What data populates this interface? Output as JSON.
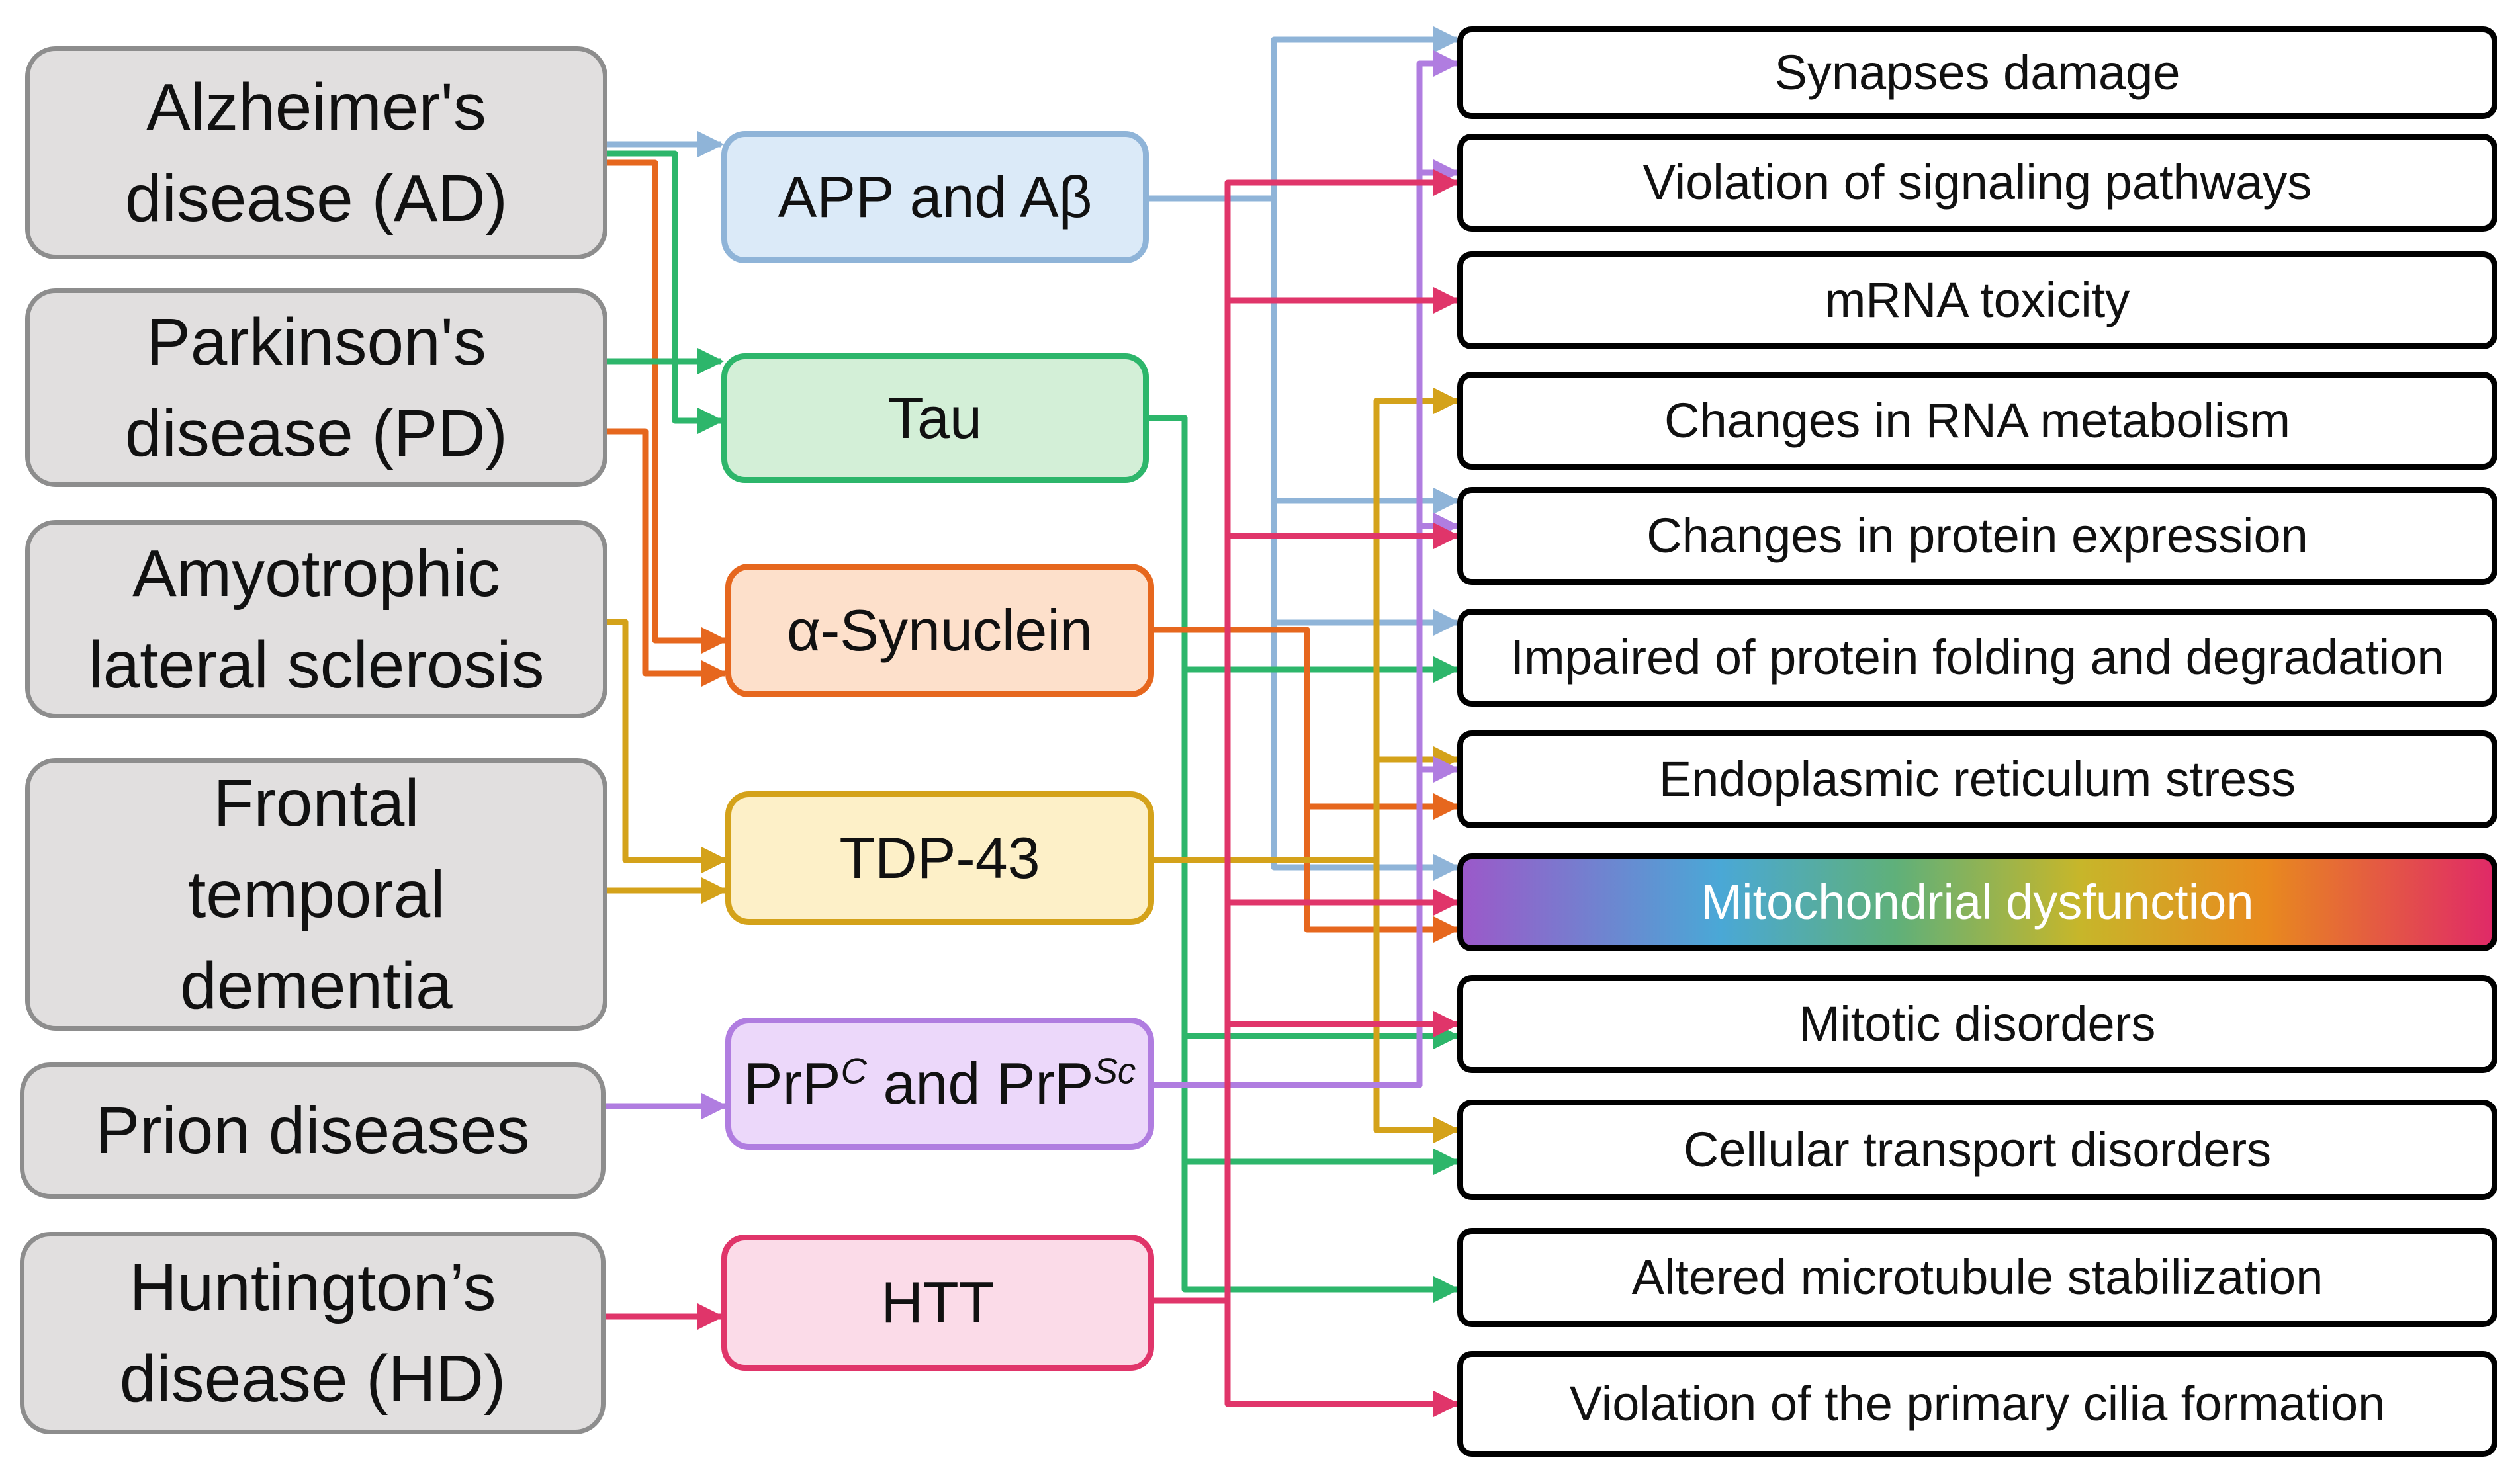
{
  "colors": {
    "app": "#8fb4d8",
    "tau": "#2db66b",
    "syn": "#e6671e",
    "tdp": "#d4a21a",
    "prp": "#b07de0",
    "htt": "#e0356a"
  },
  "diseases": [
    {
      "label": "Alzheimer's\ndisease (AD)"
    },
    {
      "label": "Parkinson's\ndisease (PD)"
    },
    {
      "label": "Amyotrophic\nlateral sclerosis"
    },
    {
      "label": "Frontal\ntemporal\ndementia"
    },
    {
      "label": "Prion diseases"
    },
    {
      "label": "Huntington’s\ndisease (HD)"
    }
  ],
  "proteins": [
    {
      "key": "app",
      "label": "APP and Aβ",
      "fill": "#dbeaf8",
      "stroke": "#8fb4d8"
    },
    {
      "key": "tau",
      "label": "Tau",
      "fill": "#d3efd7",
      "stroke": "#2db66b"
    },
    {
      "key": "syn",
      "label": "α-Synuclein",
      "fill": "#fde0cb",
      "stroke": "#e6671e"
    },
    {
      "key": "tdp",
      "label": "TDP-43",
      "fill": "#fdf0c8",
      "stroke": "#d4a21a"
    },
    {
      "key": "prp",
      "label_a": "PrP",
      "sup_a": "C",
      "label_b": " and PrP",
      "sup_b": "Sc",
      "fill": "#ecd8fa",
      "stroke": "#b07de0"
    },
    {
      "key": "htt",
      "label": "HTT",
      "fill": "#fbdbe8",
      "stroke": "#e0356a"
    }
  ],
  "effects": [
    {
      "label": "Synapses damage"
    },
    {
      "label": "Violation of signaling pathways"
    },
    {
      "label": "mRNA toxicity"
    },
    {
      "label": "Changes in RNA metabolism"
    },
    {
      "label": "Changes in protein expression"
    },
    {
      "label": "Impaired of protein folding and degradation"
    },
    {
      "label": "Endoplasmic reticulum stress"
    },
    {
      "label": "Mitochondrial dysfunction"
    },
    {
      "label": "Mitotic disorders"
    },
    {
      "label": "Cellular transport disorders"
    },
    {
      "label": "Altered microtubule stabilization"
    },
    {
      "label": "Violation of the primary cilia formation"
    }
  ],
  "disease_links": [
    {
      "disease": 0,
      "protein": "app"
    },
    {
      "disease": 0,
      "protein": "tau"
    },
    {
      "disease": 0,
      "protein": "syn"
    },
    {
      "disease": 1,
      "protein": "tau"
    },
    {
      "disease": 1,
      "protein": "syn"
    },
    {
      "disease": 2,
      "protein": "tdp"
    },
    {
      "disease": 3,
      "protein": "tdp"
    },
    {
      "disease": 4,
      "protein": "prp"
    },
    {
      "disease": 5,
      "protein": "htt"
    }
  ],
  "effect_links": [
    {
      "protein": "app",
      "effects": [
        0,
        4,
        5,
        7
      ]
    },
    {
      "protein": "tau",
      "effects": [
        5,
        8,
        9,
        10
      ]
    },
    {
      "protein": "syn",
      "effects": [
        6,
        7
      ]
    },
    {
      "protein": "tdp",
      "effects": [
        3,
        6,
        9
      ]
    },
    {
      "protein": "prp",
      "effects": [
        0,
        1,
        4,
        6
      ]
    },
    {
      "protein": "htt",
      "effects": [
        1,
        2,
        4,
        7,
        8,
        11
      ]
    }
  ]
}
